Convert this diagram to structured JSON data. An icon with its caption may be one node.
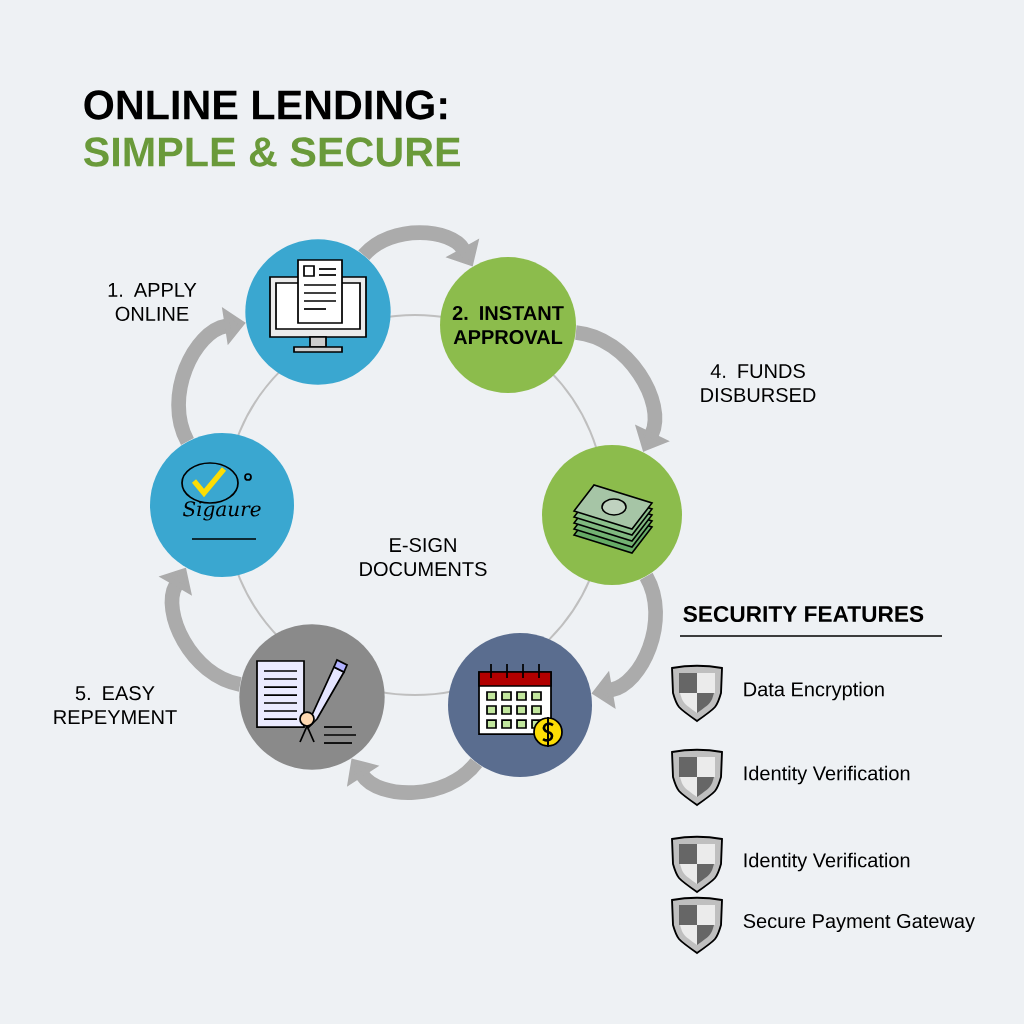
{
  "diagram": {
    "title": "ONLINE LENDING:",
    "nodes": [
      {
        "text": [],
        "shape": "circle",
        "beside": [
          "1. APPLY ONLINE"
        ]
      },
      {
        "text": [
          "2. INSTANT APPROVAL"
        ]
      },
      {
        "text": [],
        "shape": "circle",
        "beside": [
          "4. FUNDS DISBURSED"
        ]
      },
      {
        "text": [],
        "shape": "circle"
      },
      {
        "text": [],
        "shape": "circle",
        "beside": [
          "5. EASY REPEYMENT"
        ]
      },
      {
        "text": [
          "Sigaure"
        ]
      }
    ],
    "edges": [
      {
        "from": 0,
        "to": 1,
        "arrow": "to"
      },
      {
        "from": 1,
        "to": 2,
        "arrow": "to"
      },
      {
        "from": 2,
        "to": 3,
        "arrow": "to"
      },
      {
        "from": 3,
        "to": 4,
        "arrow": "to"
      },
      {
        "from": 4,
        "to": 5,
        "arrow": "to"
      },
      {
        "from": 5,
        "to": 0,
        "arrow": "to"
      }
    ],
    "labels": [
      "SIMPLE & SECURE",
      "E-SIGN DOCUMENTS",
      "SECURITY FEATURES"
    ],
    "legend": [
      {
        "text": "Data Encryption"
      },
      {
        "text": "Identity Verification"
      },
      {
        "text": "Identity Verification"
      },
      {
        "text": "Secure Payment Gateway"
      }
    ]
  }
}
